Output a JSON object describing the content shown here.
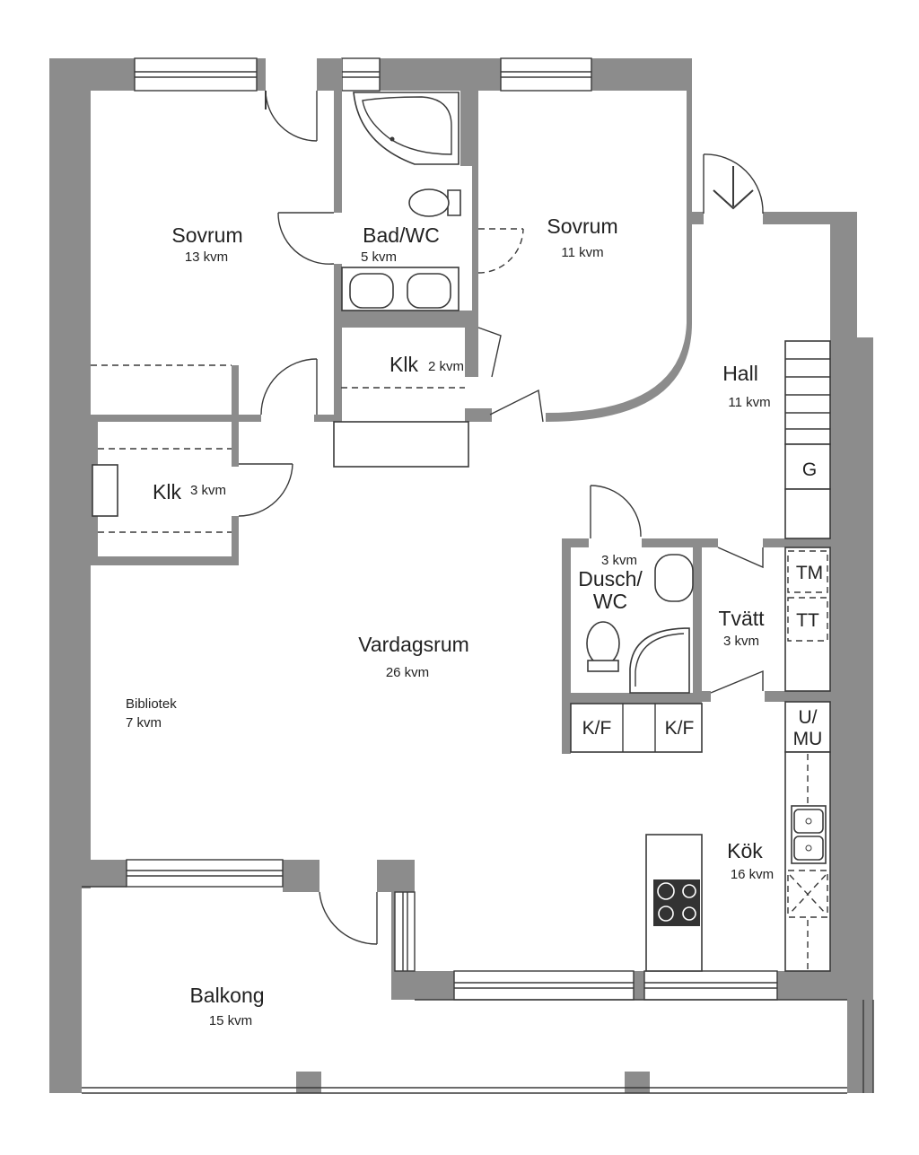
{
  "rooms": {
    "sovrum1": {
      "name": "Sovrum",
      "area": "13 kvm"
    },
    "bad": {
      "name": "Bad/WC",
      "area": "5 kvm"
    },
    "sovrum2": {
      "name": "Sovrum",
      "area": "11 kvm"
    },
    "klk_small": {
      "name": "Klk",
      "area": "2 kvm"
    },
    "hall": {
      "name": "Hall",
      "area": "11 kvm"
    },
    "klk3": {
      "name": "Klk",
      "area": "3 kvm"
    },
    "dusch": {
      "name_line1": "Dusch/",
      "name_line2": "WC",
      "area": "3 kvm"
    },
    "tvatt": {
      "name": "Tvätt",
      "area": "3 kvm"
    },
    "vardagsrum": {
      "name": "Vardagsrum",
      "area": "26 kvm"
    },
    "bibliotek": {
      "name": "Bibliotek",
      "area": "7 kvm"
    },
    "kok": {
      "name": "Kök",
      "area": "16 kvm"
    },
    "balkong": {
      "name": "Balkong",
      "area": "15 kvm"
    }
  },
  "appliances": {
    "g": "G",
    "tm": "TM",
    "tt": "TT",
    "kf1": "K/F",
    "kf2": "K/F",
    "umu_line1": "U/",
    "umu_line2": "MU"
  },
  "colors": {
    "wall": "#8c8c8c",
    "line": "#3a3a3a",
    "background": "#ffffff"
  }
}
